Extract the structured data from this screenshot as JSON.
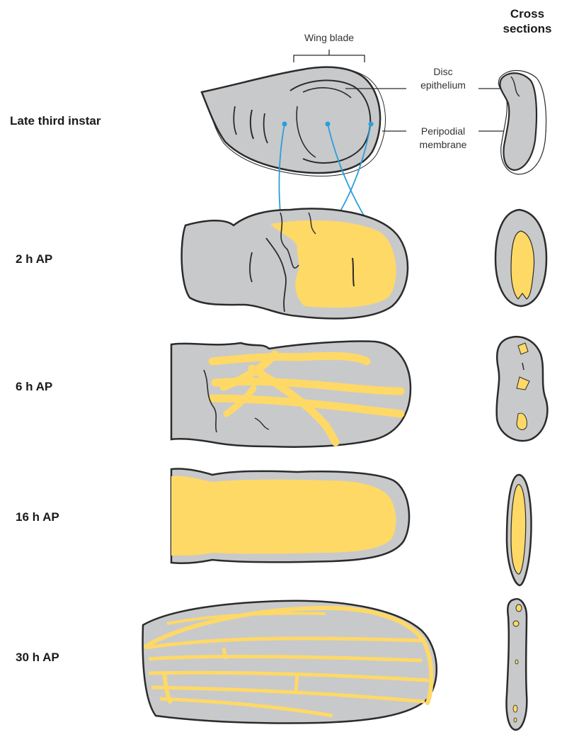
{
  "column_header": {
    "line1": "Cross",
    "line2": "sections"
  },
  "annotations": {
    "wing_blade": "Wing blade",
    "disc_epithelium_line1": "Disc",
    "disc_epithelium_line2": "epithelium",
    "peripodial_line1": "Peripodial",
    "peripodial_line2": "membrane"
  },
  "stages": [
    {
      "label": "Late third instar"
    },
    {
      "label": "2 h AP"
    },
    {
      "label": "6 h AP"
    },
    {
      "label": "16 h AP"
    },
    {
      "label": "30 h AP"
    }
  ],
  "colors": {
    "tissue_gray": "#c8c9cb",
    "outline": "#2b2b2b",
    "yellow": "#ffd966",
    "arrow_blue": "#2a9fd8"
  }
}
